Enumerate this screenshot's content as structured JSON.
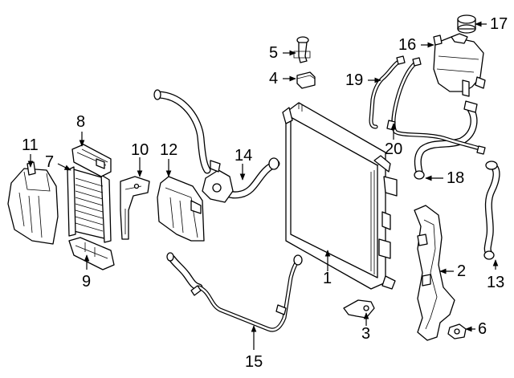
{
  "diagram": {
    "callouts": [
      {
        "id": "c1",
        "text": "1"
      },
      {
        "id": "c2",
        "text": "2"
      },
      {
        "id": "c3",
        "text": "3"
      },
      {
        "id": "c4",
        "text": "4"
      },
      {
        "id": "c5",
        "text": "5"
      },
      {
        "id": "c6",
        "text": "6"
      },
      {
        "id": "c7",
        "text": "7"
      },
      {
        "id": "c8",
        "text": "8"
      },
      {
        "id": "c9",
        "text": "9"
      },
      {
        "id": "c10",
        "text": "10"
      },
      {
        "id": "c11",
        "text": "11"
      },
      {
        "id": "c12",
        "text": "12"
      },
      {
        "id": "c13",
        "text": "13"
      },
      {
        "id": "c14",
        "text": "14"
      },
      {
        "id": "c15",
        "text": "15"
      },
      {
        "id": "c16",
        "text": "16"
      },
      {
        "id": "c17",
        "text": "17"
      },
      {
        "id": "c18",
        "text": "18"
      },
      {
        "id": "c19",
        "text": "19"
      },
      {
        "id": "c20",
        "text": "20"
      }
    ]
  }
}
